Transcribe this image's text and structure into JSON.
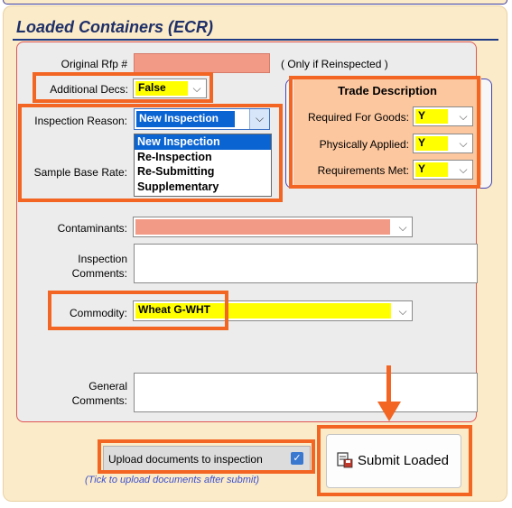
{
  "form": {
    "title": "Loaded Containers (ECR)",
    "original_rfp_label": "Original Rfp #",
    "original_rfp_value": "",
    "original_rfp_hint": "( Only if Reinspected )",
    "additional_decs_label": "Additional Decs:",
    "additional_decs_value": "False",
    "inspection_reason_label": "Inspection Reason:",
    "inspection_reason_value": "New Inspection",
    "inspection_reason_options": [
      "New Inspection",
      "Re-Inspection",
      "Re-Submitting",
      "Supplementary"
    ],
    "sample_base_rate_label": "Sample Base Rate:",
    "contaminants_label": "Contaminants:",
    "contaminants_value": "",
    "inspection_comments_label_1": "Inspection",
    "inspection_comments_label_2": "Comments:",
    "commodity_label": "Commodity:",
    "commodity_value": "Wheat G-WHT",
    "general_comments_label_1": "General",
    "general_comments_label_2": "Comments:"
  },
  "trade_description": {
    "title": "Trade Description",
    "required_for_goods_label": "Required For Goods:",
    "required_for_goods_value": "Y",
    "physically_applied_label": "Physically Applied:",
    "physically_applied_value": "Y",
    "requirements_met_label": "Requirements Met:",
    "requirements_met_value": "Y"
  },
  "footer": {
    "upload_label": "Upload documents to inspection",
    "upload_checked": true,
    "upload_hint": "(Tick to upload documents after submit)",
    "submit_label": "Submit Loaded"
  },
  "colors": {
    "highlight": "#f26522",
    "required_field": "#f39a87",
    "value_highlight": "#ffff00",
    "title": "#1f3069"
  }
}
